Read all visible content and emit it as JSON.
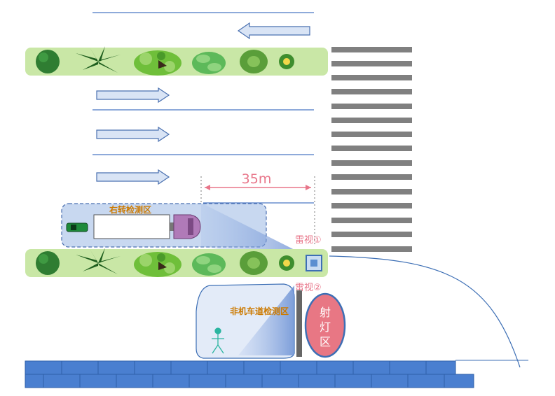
{
  "labels": {
    "distance": "35m",
    "right_turn_zone": "右转检测区",
    "nonmotor_zone": "非机车道检测区",
    "radar_video_1": "雷视①",
    "radar_video_2": "雷视②",
    "spotlight": [
      "射",
      "灯",
      "区"
    ]
  },
  "colors": {
    "lane_line": "#4a78c4",
    "arrow_fill": "#d9e4f5",
    "arrow_stroke": "#4a70b0",
    "median_green": "#c9e7a6",
    "crosswalk": "#808080",
    "zone_fill": "#c8d8f0",
    "zone_stroke": "#4a6fb0",
    "distance_pink": "#e8768a",
    "label_orange": "#cc7a00",
    "spotlight_fill": "#e87784",
    "spotlight_stroke": "#3d6fb5",
    "sidewalk": "#4a7fd0",
    "pole": "#666666"
  },
  "icons": [
    "tree-icon",
    "palm-icon",
    "lily-pad-icon",
    "fern-icon",
    "leafy-plant-icon",
    "flower-icon",
    "truck-icon",
    "car-icon",
    "pedestrian-icon",
    "radar-camera-icon"
  ]
}
